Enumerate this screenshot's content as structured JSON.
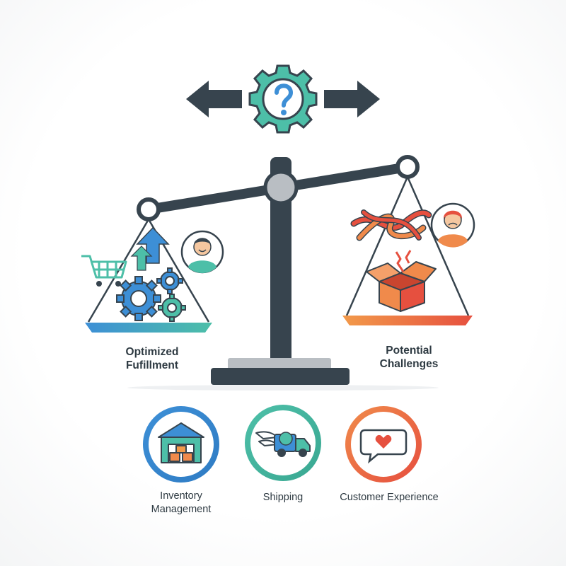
{
  "left_pan": {
    "label_line1": "Optimized",
    "label_line2": "Fufillment"
  },
  "right_pan": {
    "label_line1": "Potential",
    "label_line2": "Challenges"
  },
  "categories": [
    {
      "label_line1": "Inventory",
      "label_line2": "Management",
      "icon": "warehouse-icon"
    },
    {
      "label_line1": "Shipping",
      "label_line2": "",
      "icon": "delivery-truck-icon"
    },
    {
      "label_line1": "Customer Experience",
      "label_line2": "",
      "icon": "heart-speech-bubble-icon"
    }
  ],
  "colors": {
    "dark": "#37444e",
    "blue": "#3d8fd6",
    "teal": "#4dbfa8",
    "orange": "#f08a4b",
    "red": "#e6503f",
    "gray": "#b9bec3"
  }
}
